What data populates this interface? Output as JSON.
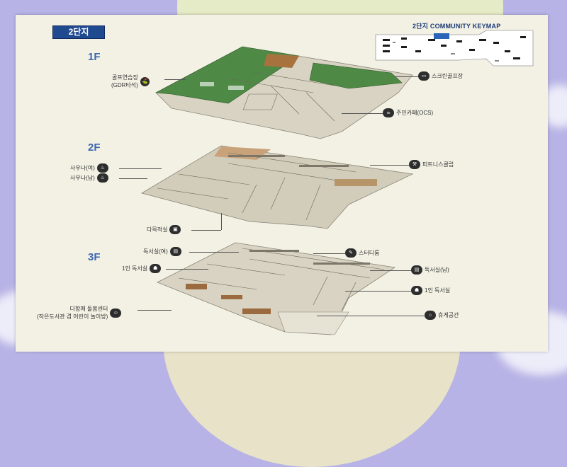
{
  "complex_tag": "2단지",
  "keymap": {
    "title": "2단지 COMMUNITY KEYMAP"
  },
  "floors": {
    "f1": "1F",
    "f2": "2F",
    "f3": "3F"
  },
  "labels": {
    "f1_golf": "골프연습장",
    "f1_golf_sub": "(GDR타석)",
    "f1_screen_golf": "스크린골프장",
    "f1_cafe": "주민카페(OCS)",
    "f2_sauna_w": "사우나(여)",
    "f2_sauna_m": "사우나(남)",
    "f2_fitness": "피트니스클럽",
    "f2_multipurpose": "다목적실",
    "f3_reading_w": "독서실(여)",
    "f3_studio": "스터디룸",
    "f3_single_study_w": "1인 독서실",
    "f3_reading_m": "독서실(남)",
    "f3_single_study_m": "1인 독서실",
    "f3_daycare": "다함께 돌봄센터",
    "f3_daycare_sub": "(작은도서관 겸 어린이 놀이방)",
    "f3_rest": "휴게공간"
  },
  "icons": {
    "golf": "golf-icon",
    "screen_golf": "screen-golf-icon",
    "cafe": "cafe-icon",
    "sauna": "sauna-icon",
    "fitness": "dumbbell-icon",
    "multipurpose": "room-icon",
    "reading": "book-icon",
    "person": "person-icon",
    "rest": "sofa-icon"
  },
  "colors": {
    "tag_bg": "#204a90",
    "floor_label": "#3b67b0",
    "grass": "#4e8a46",
    "floor_slab": "#d8d3c2"
  }
}
